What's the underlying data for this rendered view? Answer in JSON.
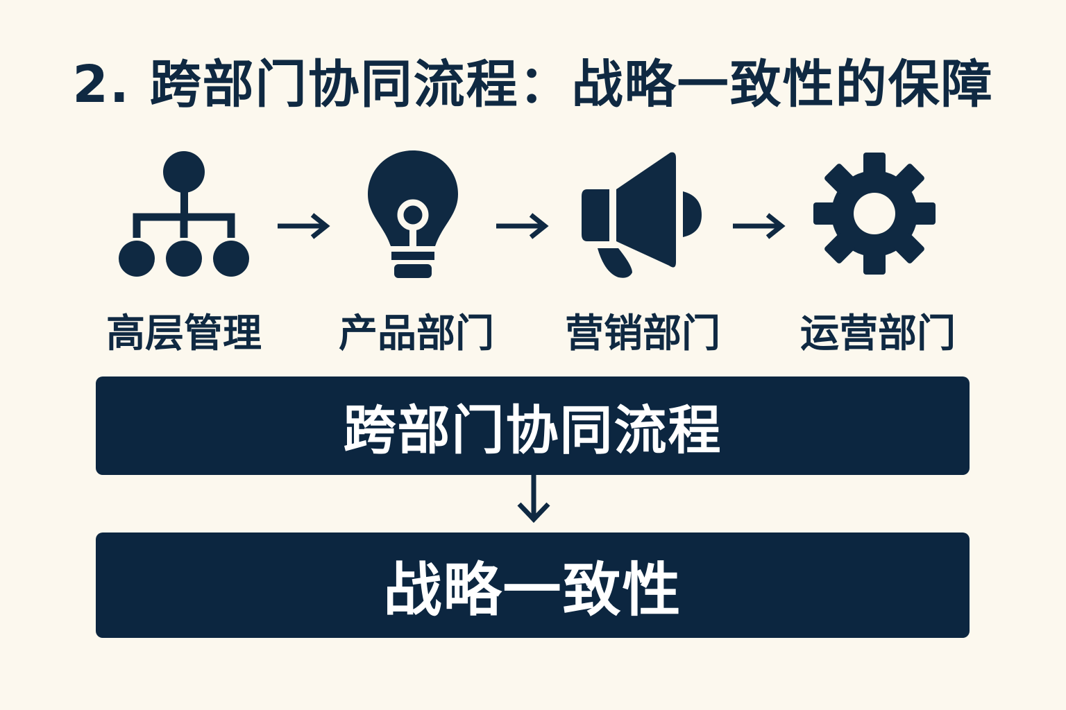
{
  "title": "2. 跨部门协同流程：战略一致性的保障",
  "steps": [
    {
      "label": "高层管理",
      "icon": "org-chart-icon"
    },
    {
      "label": "产品部门",
      "icon": "lightbulb-icon"
    },
    {
      "label": "营销部门",
      "icon": "megaphone-icon"
    },
    {
      "label": "运营部门",
      "icon": "gear-icon"
    }
  ],
  "process_box": "跨部门协同流程",
  "result_box": "战略一致性",
  "colors": {
    "background": "#fcf8ee",
    "primary": "#0c2640"
  }
}
